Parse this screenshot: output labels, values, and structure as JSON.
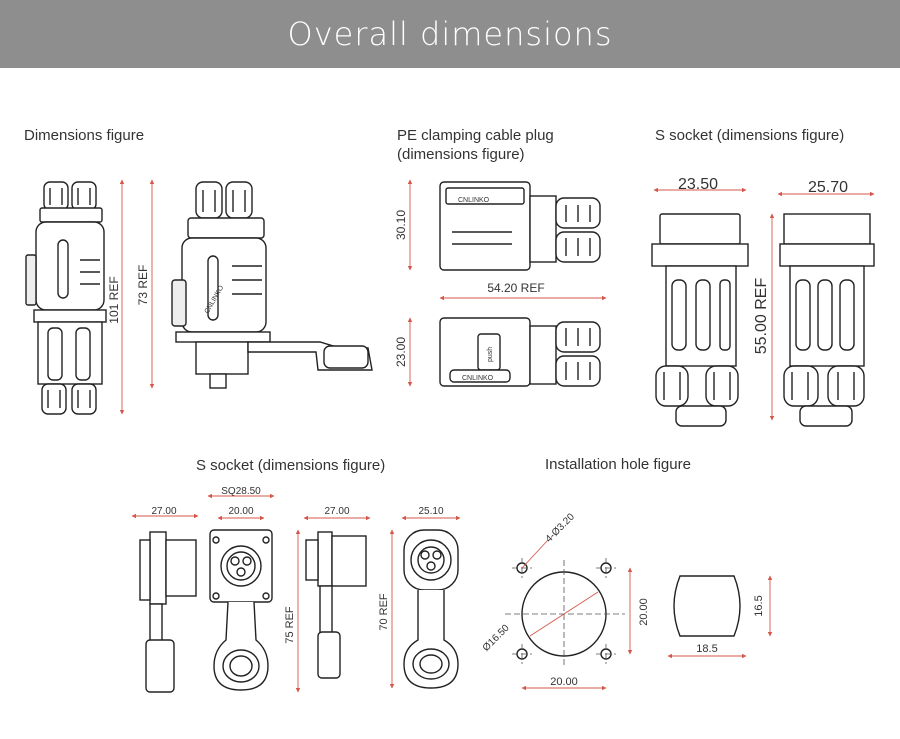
{
  "banner": {
    "title": "Overall dimensions"
  },
  "captions": {
    "dimensions_figure": "Dimensions figure",
    "pe_plug_line1": "PE clamping cable plug",
    "pe_plug_line2": "(dimensions figure)",
    "s_socket_top": "S socket (dimensions figure)",
    "s_socket_bottom": "S socket (dimensions figure)",
    "installation_hole": "Installation hole figure"
  },
  "dimensions": {
    "ref101": "101 REF",
    "ref73": "73 REF",
    "d3010": "30.10",
    "d5420": "54.20 REF",
    "d2300": "23.00",
    "d2350": "23.50",
    "d2570": "25.70",
    "d5500": "55.00 REF",
    "d2700a": "27.00",
    "sq2850": "SQ28.50",
    "d2000a": "20.00",
    "ref75": "75 REF",
    "d2700b": "27.00",
    "d2510": "25.10",
    "ref70": "70 REF",
    "holes": "4-Ø3.20",
    "d1650": "Ø16.50",
    "d2000v": "20.00",
    "d2000h": "20.00",
    "d165": "16.5",
    "d185": "18.5"
  },
  "brand_marks": {
    "logo_text": "CNLINKO",
    "push_text": "push"
  },
  "colors": {
    "banner": "#8e8e8e",
    "line": "#333333",
    "dim_line": "#d4574a"
  }
}
